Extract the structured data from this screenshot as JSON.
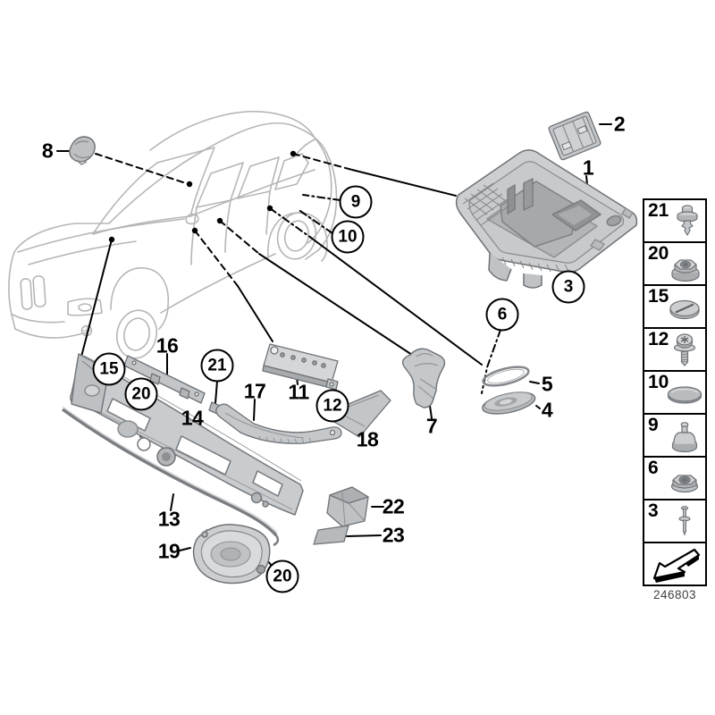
{
  "doc_number": "246803",
  "labels": {
    "plain": [
      {
        "part": "8",
        "text": "8"
      },
      {
        "part": "2",
        "text": "2"
      },
      {
        "part": "1",
        "text": "1"
      },
      {
        "part": "16",
        "text": "16"
      },
      {
        "part": "14",
        "text": "14"
      },
      {
        "part": "13",
        "text": "13"
      },
      {
        "part": "19",
        "text": "19"
      },
      {
        "part": "17",
        "text": "17"
      },
      {
        "part": "11",
        "text": "11"
      },
      {
        "part": "18",
        "text": "18"
      },
      {
        "part": "7",
        "text": "7"
      },
      {
        "part": "5",
        "text": "5"
      },
      {
        "part": "4",
        "text": "4"
      },
      {
        "part": "22",
        "text": "22"
      },
      {
        "part": "23",
        "text": "23"
      }
    ],
    "circled": [
      {
        "part": "9",
        "text": "9"
      },
      {
        "part": "10",
        "text": "10"
      },
      {
        "part": "3",
        "text": "3"
      },
      {
        "part": "6",
        "text": "6"
      },
      {
        "part": "15",
        "text": "15"
      },
      {
        "part": "20",
        "text": "20"
      },
      {
        "part": "21",
        "text": "21"
      },
      {
        "part": "12",
        "text": "12"
      },
      {
        "part": "20",
        "text": "20"
      }
    ]
  },
  "sidebar": {
    "items": [
      {
        "label": "21",
        "icon": "expanding-rivet-icon"
      },
      {
        "label": "20",
        "icon": "plastic-flange-nut-icon"
      },
      {
        "label": "15",
        "icon": "slotted-cover-cap-icon"
      },
      {
        "label": "12",
        "icon": "torx-screw-icon"
      },
      {
        "label": "10",
        "icon": "blind-plug-icon"
      },
      {
        "label": "9",
        "icon": "grommet-plug-icon"
      },
      {
        "label": "6",
        "icon": "flange-nut-icon"
      },
      {
        "label": "3",
        "icon": "blind-rivet-icon"
      }
    ],
    "footer_icon": "direction-arrow-icon"
  }
}
